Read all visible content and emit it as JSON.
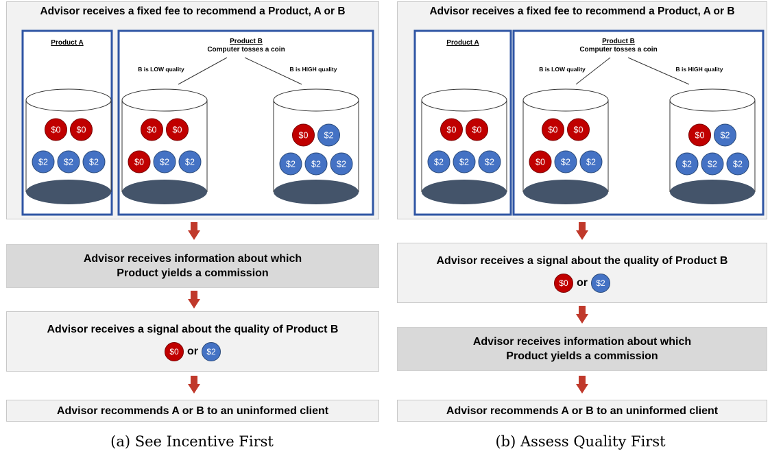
{
  "panels": [
    {
      "header": "Advisor receives a fixed fee to recommend a Product, A or B",
      "product_a_title": "Product A",
      "product_b_title": "Product B",
      "product_b_subtitle": "Computer tosses a coin",
      "low_label": "B is LOW quality",
      "high_label": "B is HIGH quality",
      "jar_a_coins": [
        "$0",
        "$0",
        "$2",
        "$2",
        "$2"
      ],
      "jar_low_coins": [
        "$0",
        "$0",
        "$0",
        "$2",
        "$2"
      ],
      "jar_high_coins": [
        "$0",
        "$2",
        "$2",
        "$2",
        "$2"
      ],
      "step1": "Advisor receives information about which Product yields a commission",
      "step2": "Advisor receives a signal about the quality of Product B",
      "signal_red": "$0",
      "signal_or": "or",
      "signal_blue": "$2",
      "step3": "Advisor recommends A or B to an uninformed client",
      "caption": "(a) See Incentive First"
    },
    {
      "header": "Advisor receives a fixed fee to recommend a Product, A or B",
      "product_a_title": "Product A",
      "product_b_title": "Product B",
      "product_b_subtitle": "Computer tosses a coin",
      "low_label": "B is LOW quality",
      "high_label": "B is HIGH quality",
      "jar_a_coins": [
        "$0",
        "$0",
        "$2",
        "$2",
        "$2"
      ],
      "jar_low_coins": [
        "$0",
        "$0",
        "$0",
        "$2",
        "$2"
      ],
      "jar_high_coins": [
        "$0",
        "$2",
        "$2",
        "$2",
        "$2"
      ],
      "step1": "Advisor receives a signal about the quality of Product B",
      "signal_red": "$0",
      "signal_or": "or",
      "signal_blue": "$2",
      "step2": "Advisor receives information about which Product yields a commission",
      "step3": "Advisor recommends A or B to an uninformed client",
      "caption": "(b) Assess Quality First"
    }
  ],
  "colors": {
    "coin_red": "#c00000",
    "coin_blue": "#4472c4",
    "jar_base": "#44546a",
    "frame_blue": "#2f55a4",
    "arrow": "#c0392b"
  }
}
